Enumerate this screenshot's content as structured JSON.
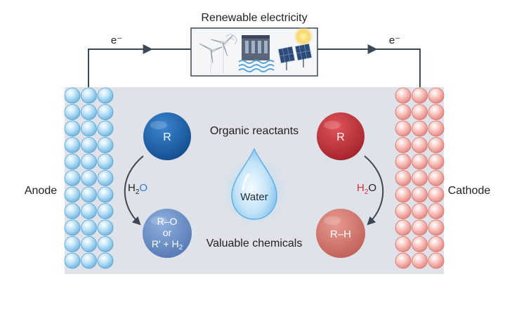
{
  "title": "Renewable electricity",
  "electron_left": "e⁻",
  "electron_right": "e⁻",
  "labels": {
    "anode": "Anode",
    "cathode": "Cathode",
    "organic_reactants": "Organic reactants",
    "valuable_chemicals": "Valuable chemicals",
    "water": "Water"
  },
  "anode_side": {
    "reactant": "R",
    "reagent_h": "H",
    "reagent_sub": "2",
    "reagent_o": "O",
    "product_line1": "R–O",
    "product_line2": "or",
    "product_line3_prefix": "R′ + H",
    "product_line3_sub": "2"
  },
  "cathode_side": {
    "reactant": "R",
    "reagent_h": "H",
    "reagent_sub": "2",
    "reagent_o": "O",
    "product": "R–H"
  },
  "source_icons": [
    "wind-turbine-icon",
    "hydro-dam-icon",
    "solar-panel-icon",
    "sun-icon"
  ],
  "colors": {
    "background_panel": "#dfe2e8",
    "anode_bead": "#a9d8f3",
    "cathode_bead": "#f4b5b0",
    "anode_reactant": "#1f63a8",
    "anode_product": "#6a8fc8",
    "cathode_reactant": "#c0343a",
    "cathode_product": "#d0766c",
    "water_drop": "#bfe0f6",
    "wire": "#3c4656",
    "accent_o_anode": "#2a7fd0",
    "accent_h_cathode": "#d0343a"
  }
}
